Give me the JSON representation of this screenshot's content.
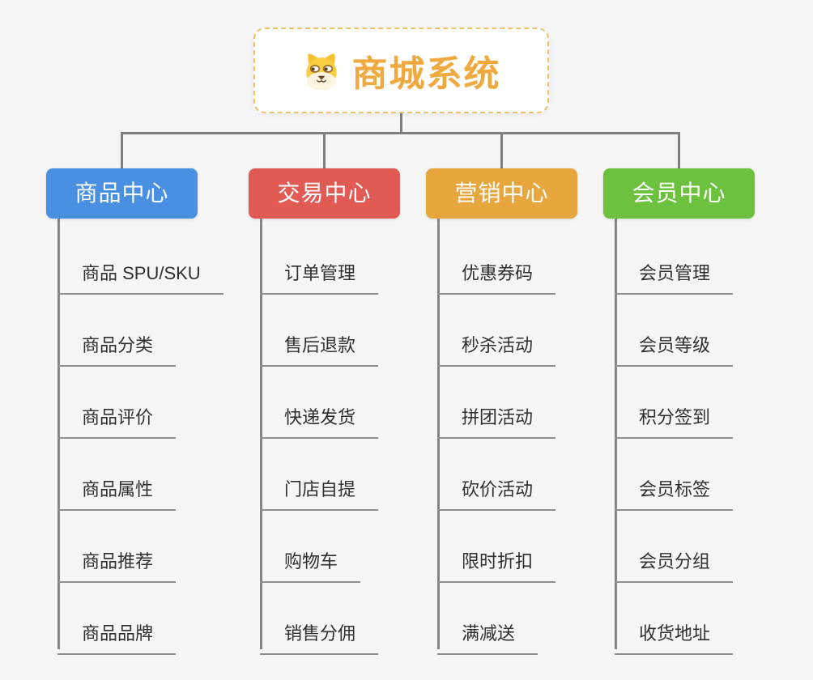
{
  "root": {
    "title": "商城系统",
    "icon": "dog-face-icon"
  },
  "colors": {
    "background": "#f6f6f6",
    "connector": "#7f7f7f",
    "root_border": "#f2c06a",
    "root_text": "#f0a93f",
    "branch_product": "#4a90e2",
    "branch_trade": "#e15a54",
    "branch_marketing": "#e8a63f",
    "branch_member": "#6cc13f",
    "leaf_text": "#2f2f2f",
    "leaf_underline": "#8f8f8f"
  },
  "branches": [
    {
      "id": "product-center",
      "label": "商品中心",
      "color": "#4a90e2",
      "items": [
        "商品 SPU/SKU",
        "商品分类",
        "商品评价",
        "商品属性",
        "商品推荐",
        "商品品牌"
      ]
    },
    {
      "id": "trade-center",
      "label": "交易中心",
      "color": "#e15a54",
      "items": [
        "订单管理",
        "售后退款",
        "快递发货",
        "门店自提",
        "购物车",
        "销售分佣"
      ]
    },
    {
      "id": "marketing-center",
      "label": "营销中心",
      "color": "#e8a63f",
      "items": [
        "优惠券码",
        "秒杀活动",
        "拼团活动",
        "砍价活动",
        "限时折扣",
        "满减送"
      ]
    },
    {
      "id": "member-center",
      "label": "会员中心",
      "color": "#6cc13f",
      "items": [
        "会员管理",
        "会员等级",
        "积分签到",
        "会员标签",
        "会员分组",
        "收货地址"
      ]
    }
  ]
}
